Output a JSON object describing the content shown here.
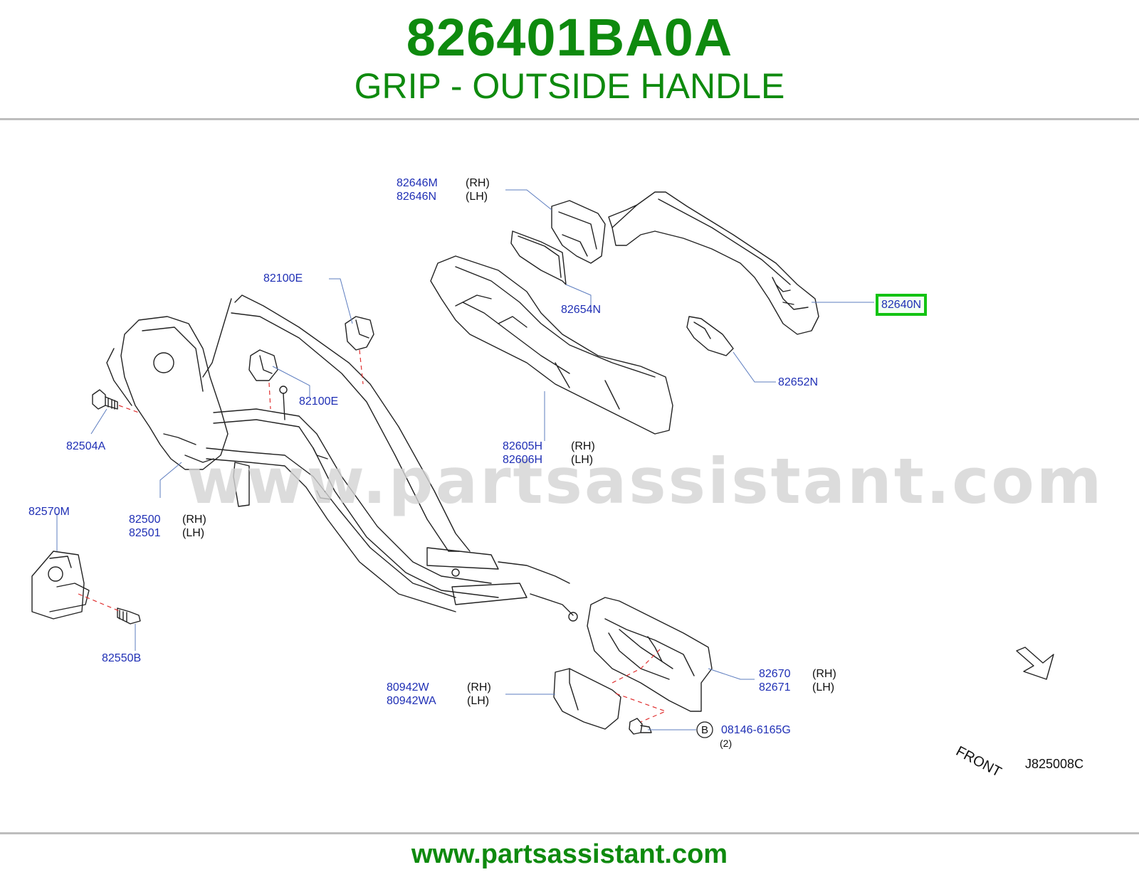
{
  "header": {
    "part_number": "826401BA0A",
    "part_name": "GRIP - OUTSIDE HANDLE"
  },
  "watermark": "www.partsassistant.com",
  "callouts": {
    "c82646": {
      "codes": [
        "82646M",
        "82646N"
      ],
      "sides": [
        "(RH)",
        "(LH)"
      ]
    },
    "c82654N": "82654N",
    "c82640N": "82640N",
    "c82652N": "82652N",
    "c82100E_a": "82100E",
    "c82100E_b": "82100E",
    "c82504A": "82504A",
    "c82605": {
      "codes": [
        "82605H",
        "82606H"
      ],
      "sides": [
        "(RH)",
        "(LH)"
      ]
    },
    "c82570M": "82570M",
    "c82500": {
      "codes": [
        "82500",
        "82501"
      ],
      "sides": [
        "(RH)",
        "(LH)"
      ]
    },
    "c82550B": "82550B",
    "c82670": {
      "codes": [
        "82670",
        "82671"
      ],
      "sides": [
        "(RH)",
        "(LH)"
      ]
    },
    "c80942": {
      "codes": [
        "80942W",
        "80942WA"
      ],
      "sides": [
        "(RH)",
        "(LH)"
      ]
    },
    "bolt": {
      "marker": "B",
      "code": "08146-6165G",
      "qty": "(2)"
    }
  },
  "front_label": "FRONT",
  "drawing_id": "J825008C",
  "footer_url": "www.partsassistant.com",
  "colors": {
    "brand_green": "#0e8a0e",
    "label_blue": "#1f2fb5",
    "highlight_green": "#13c313",
    "leader_red": "#e03030"
  }
}
